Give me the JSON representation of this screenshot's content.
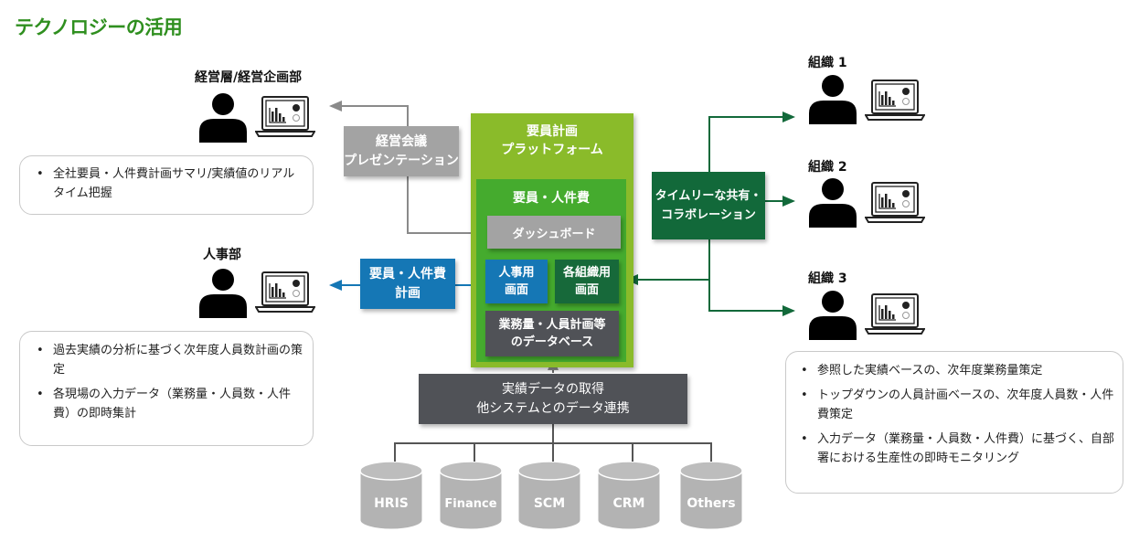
{
  "title": "テクノロジーの活用",
  "actors": {
    "executive": {
      "label": "経営層/経営企画部"
    },
    "hr": {
      "label": "人事部"
    },
    "org1": {
      "label": "組織 1"
    },
    "org2": {
      "label": "組織 2"
    },
    "org3": {
      "label": "組織 3"
    }
  },
  "notes": {
    "executive": [
      "全社要員・人件費計画サマリ/実績値のリアルタイム把握"
    ],
    "hr": [
      "過去実績の分析に基づく次年度人員数計画の策定",
      "各現場の入力データ（業務量・人員数・人件費）の即時集計"
    ],
    "org": [
      "参照した実績ベースの、次年度業務量策定",
      "トップダウンの人員計画ベースの、次年度人員数・人件費策定",
      "入力データ（業務量・人員数・人件費）に基づく、自部署における生産性の即時モニタリング"
    ]
  },
  "boxes": {
    "presentation": "経営会議\nプレゼンテーション",
    "hr_plan": "要員・人件費\n計画",
    "collaboration": "タイムリーな共有・\nコラボレーション",
    "integration": "実績データの取得\n他システムとのデータ連携"
  },
  "platform": {
    "title": "要員計画\nプラットフォーム",
    "inner_title": "要員・人件費",
    "dashboard": "ダッシュボード",
    "hr_screen": "人事用\n画面",
    "org_screen": "各組織用\n画面",
    "database": "業務量・人員計画等\nのデータベース"
  },
  "systems": [
    "HRIS",
    "Finance",
    "SCM",
    "CRM",
    "Others"
  ],
  "colors": {
    "title_green": "#2f8f1f",
    "platform_green": "#8abb2a",
    "inner_green": "#45ab2e",
    "blue": "#1577b5",
    "dark_green": "#12693a",
    "dark_gray": "#505257",
    "gray": "#a3a3a3"
  }
}
